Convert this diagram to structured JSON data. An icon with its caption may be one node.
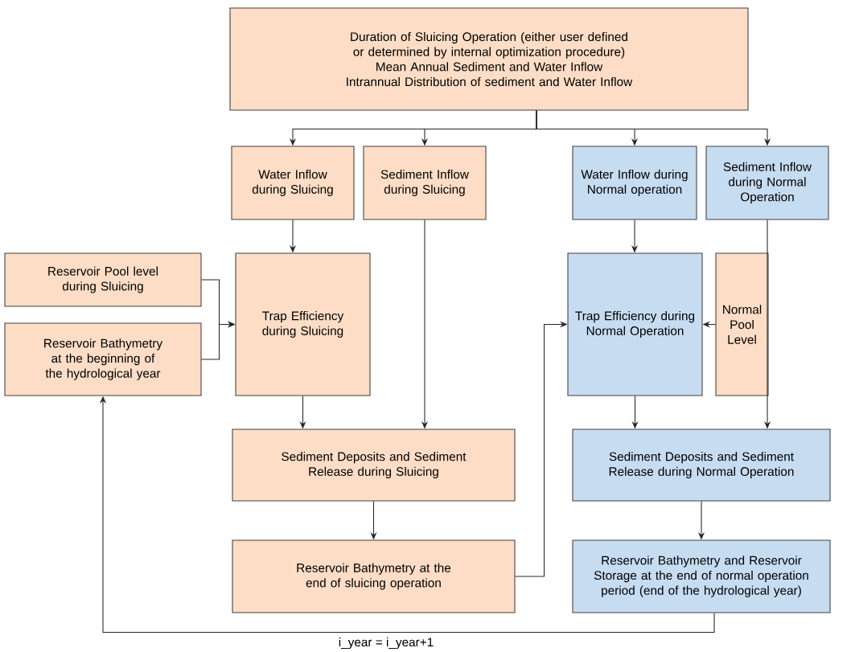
{
  "diagram": {
    "nodes": [
      {
        "text": [
          "Duration of Sluicing Operation (either user defined or determined by internal optimization procedure)",
          "Mean Annual Sediment and Water Inflow",
          "Intrannual Distribution of sediment and Water Inflow"
        ]
      },
      {
        "text": [
          "Water Inflow during Sluicing"
        ]
      },
      {
        "text": [
          "Sediment Inflow during Sluicing"
        ]
      },
      {
        "text": [
          "Water Inflow during Normal operation"
        ]
      },
      {
        "text": [
          "Sediment Inflow during Normal Operation"
        ]
      },
      {
        "text": [
          "Reservoir Pool level during Sluicing"
        ]
      },
      {
        "text": [
          "Reservoir Bathymetry at the beginning of the hydrological year"
        ]
      },
      {
        "text": [
          "Trap Efficiency during Sluicing"
        ]
      },
      {
        "text": [
          "Trap Efficiency during Normal Operation"
        ]
      },
      {
        "text": [
          "Normal Pool Level"
        ]
      },
      {
        "text": [
          "Sediment Deposits and Sediment Release during Sluicing"
        ]
      },
      {
        "text": [
          "Sediment Deposits and Sediment Release during Normal Operation"
        ]
      },
      {
        "text": [
          "Reservoir Bathymetry at the end of sluicing operation"
        ]
      },
      {
        "text": [
          "Reservoir Bathymetry and Reservoir Storage at the end of normal operation period (end of the hydrological year)"
        ]
      }
    ],
    "edges": [
      {
        "from": 0,
        "to": 1,
        "arrow": "to"
      },
      {
        "from": 0,
        "to": 2,
        "arrow": "to"
      },
      {
        "from": 0,
        "to": 3,
        "arrow": "to"
      },
      {
        "from": 0,
        "to": 4,
        "arrow": "to"
      },
      {
        "from": 1,
        "to": 7,
        "arrow": "to"
      },
      {
        "from": 5,
        "to": 7,
        "arrow": "to"
      },
      {
        "from": 6,
        "to": 7,
        "arrow": "to"
      },
      {
        "from": 3,
        "to": 8,
        "arrow": "to"
      },
      {
        "from": 9,
        "to": 8,
        "arrow": "to"
      },
      {
        "from": 7,
        "to": 10,
        "arrow": "to"
      },
      {
        "from": 2,
        "to": 10,
        "arrow": "to"
      },
      {
        "from": 8,
        "to": 11,
        "arrow": "to"
      },
      {
        "from": 4,
        "to": 11,
        "arrow": "to"
      },
      {
        "from": 10,
        "to": 12,
        "arrow": "to"
      },
      {
        "from": 11,
        "to": 13,
        "arrow": "to"
      },
      {
        "from": 12,
        "to": 8,
        "arrow": "to"
      },
      {
        "from": 13,
        "to": 6,
        "arrow": "to",
        "label": "i_year = i_year+1"
      }
    ]
  }
}
